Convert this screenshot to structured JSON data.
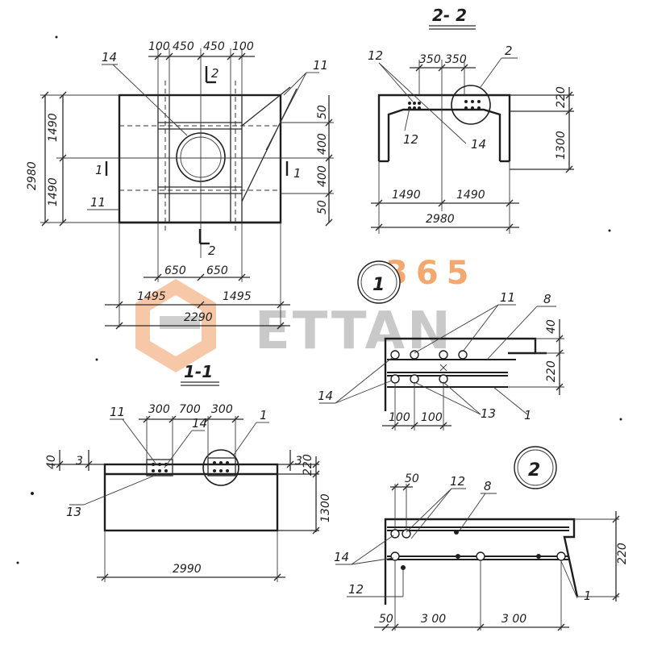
{
  "watermark": {
    "digits": "365",
    "word": "ETTAN"
  },
  "plan_view": {
    "top_dims": [
      "100",
      "450",
      "450",
      "100"
    ],
    "height_total": "2980",
    "height_halves": [
      "1490",
      "1490"
    ],
    "right_dims": [
      "50",
      "400",
      "400",
      "50"
    ],
    "bottom_inner": [
      "650",
      "650"
    ],
    "bottom_halves": [
      "1495",
      "1495"
    ],
    "bottom_total": "2290",
    "section_mark": "2",
    "section_mark_side": "1",
    "callouts": {
      "pipe": "14",
      "bars_top": "11",
      "bars_left": "11"
    }
  },
  "section_2_2": {
    "title": "2- 2",
    "top_dims": [
      "350",
      "350"
    ],
    "right_dims": [
      "220",
      "1300"
    ],
    "bottom_halves": [
      "1490",
      "1490"
    ],
    "bottom_total": "2980",
    "callouts": {
      "a": "12",
      "b": "2",
      "c": "12",
      "d": "14"
    }
  },
  "section_1_1": {
    "title": "1-1",
    "top_dims": [
      "300",
      "700",
      "300"
    ],
    "left_dims": [
      "40",
      "3"
    ],
    "right_dims": [
      "3",
      "220",
      "1300"
    ],
    "bottom_total": "2990",
    "callouts": {
      "a": "11",
      "b": "14",
      "c": "1",
      "d": "13"
    }
  },
  "detail_1": {
    "number": "1",
    "right_dims": [
      "40",
      "220"
    ],
    "bottom_dims": [
      "100",
      "100"
    ],
    "callouts": {
      "a": "11",
      "b": "8",
      "c": "14",
      "d": "13",
      "e": "1"
    }
  },
  "detail_2": {
    "number": "2",
    "top_dim": "50",
    "right_dim": "220",
    "bottom_dims": [
      "50",
      "3 00",
      "3 00"
    ],
    "callouts": {
      "a": "12",
      "b": "8",
      "c": "14",
      "d": "12",
      "e": "1"
    }
  }
}
